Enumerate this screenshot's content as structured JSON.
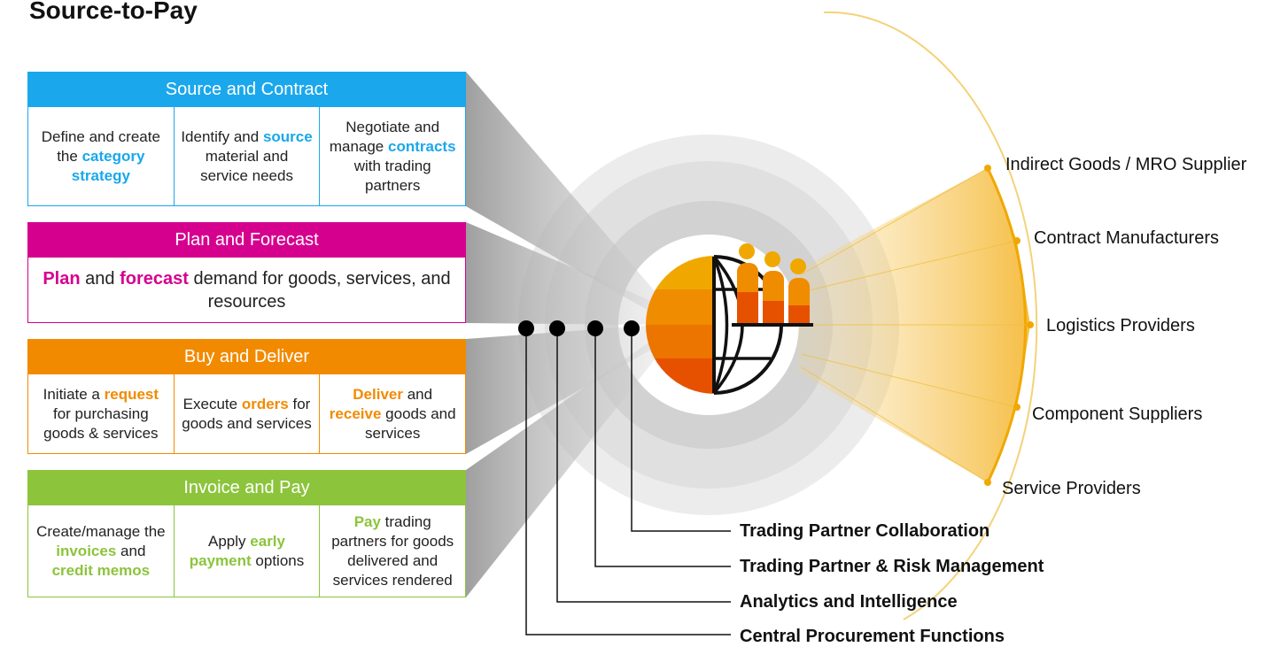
{
  "title": "Source-to-Pay",
  "source": {
    "header": "Source and Contract",
    "c1": {
      "a": "Define and create the",
      "hl": "category strategy"
    },
    "c2": {
      "a": "Identify and",
      "hl": "source",
      "b": "material and service needs"
    },
    "c3": {
      "a": "Negotiate and manage",
      "hl": "contracts",
      "b": "with trading partners"
    }
  },
  "plan": {
    "header": "Plan and Forecast",
    "hl1": "Plan",
    "a": "and",
    "hl2": "forecast",
    "b": "demand for goods, services, and resources"
  },
  "buy": {
    "header": "Buy and Deliver",
    "c1": {
      "a": "Initiate a",
      "hl": "request",
      "b": "for purchasing goods & services"
    },
    "c2": {
      "a": "Execute",
      "hl": "orders",
      "b": "for goods and services"
    },
    "c3": {
      "hl1": "Deliver",
      "a": "and",
      "hl2": "receive",
      "b": "goods and services"
    }
  },
  "invoice": {
    "header": "Invoice and Pay",
    "c1": {
      "a": "Create/manage the",
      "hl1": "invoices",
      "b": "and",
      "hl2": "credit memos"
    },
    "c2": {
      "a": "Apply",
      "hl": "early payment",
      "b": "options"
    },
    "c3": {
      "hl": "Pay",
      "a": "trading partners for goods delivered and services rendered"
    }
  },
  "suppliers": [
    "Indirect Goods / MRO Supplier",
    "Contract Manufacturers",
    "Logistics Providers",
    "Component Suppliers",
    "Service Providers"
  ],
  "functions": [
    "Trading Partner Collaboration",
    "Trading Partner & Risk Management",
    "Analytics and Intelligence",
    "Central Procurement Functions"
  ],
  "colors": {
    "source": "#1aa7ec",
    "plan": "#d6008f",
    "buy": "#f28a00",
    "invoice": "#8cc43c",
    "accent": "#f0a800"
  }
}
